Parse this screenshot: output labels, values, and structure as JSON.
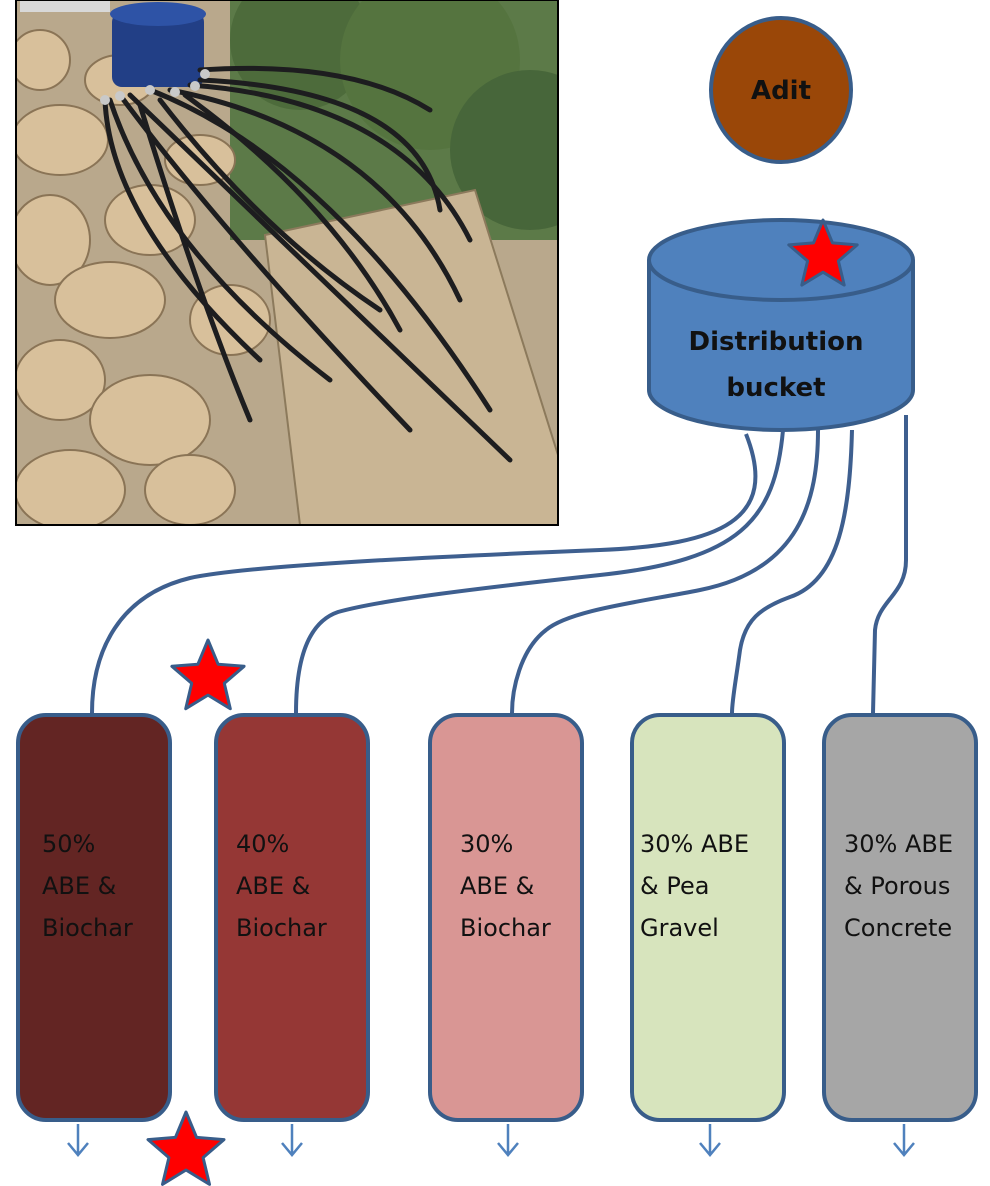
{
  "source": {
    "label": "Adit",
    "fill": "#9a4708"
  },
  "bucket": {
    "line1": "Distribution",
    "line2": "bucket",
    "fill": "#4f81bd"
  },
  "photo": {
    "description_icon": "photo-of-tubing-and-plywood-board"
  },
  "colors": {
    "outline": "#385d8a",
    "star": "#ff0000",
    "pipe": "#3e5f8f",
    "arrow": "#4f81bd"
  },
  "columns": [
    {
      "lines": [
        "50%",
        "ABE &",
        "Biochar"
      ],
      "fill": "#632523"
    },
    {
      "lines": [
        "40%",
        "ABE &",
        "Biochar"
      ],
      "fill": "#953735"
    },
    {
      "lines": [
        "30%",
        "ABE &",
        "Biochar"
      ],
      "fill": "#d99694"
    },
    {
      "lines": [
        "30% ABE",
        "& Pea",
        "Gravel"
      ],
      "fill": "#d7e4bd"
    },
    {
      "lines": [
        "30% ABE",
        "& Porous",
        "Concrete"
      ],
      "fill": "#a6a6a6"
    }
  ]
}
